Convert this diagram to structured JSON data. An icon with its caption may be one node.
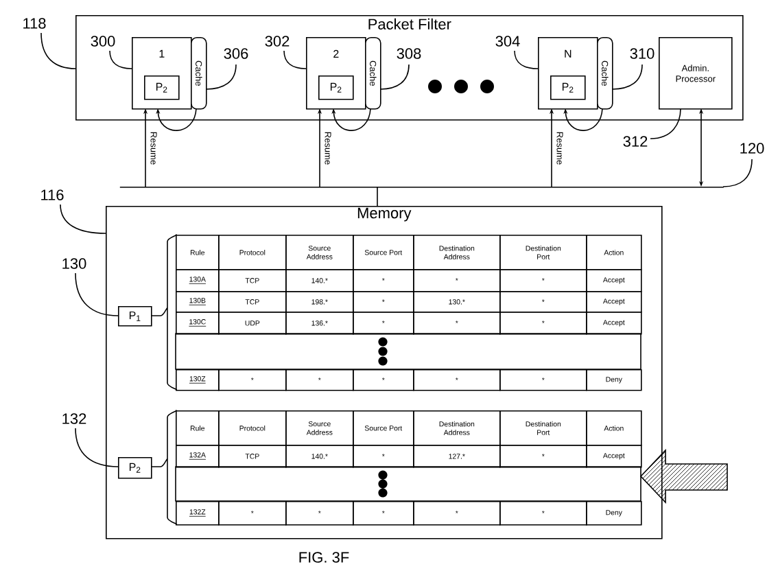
{
  "diagram": {
    "caption": "FIG. 3F",
    "nodes": [
      {
        "text": [
          "Packet Filter"
        ]
      },
      {
        "text": [
          "1"
        ],
        "in": 0
      },
      {
        "text": [
          "P$_{2}$"
        ],
        "in": 1
      },
      {
        "text": [
          "Cache"
        ],
        "in": 0
      },
      {
        "text": [
          "2"
        ],
        "in": 0
      },
      {
        "text": [
          "P$_{2}$"
        ],
        "in": 4
      },
      {
        "text": [
          "Cache"
        ],
        "in": 0
      },
      {
        "text": [
          "N"
        ],
        "in": 0
      },
      {
        "text": [
          "P$_{2}$"
        ],
        "in": 7
      },
      {
        "text": [
          "Cache"
        ],
        "in": 0
      },
      {
        "text": [
          "Admin. Processor"
        ],
        "in": 0
      },
      {
        "text": [],
        "shape": "bar"
      },
      {
        "text": [
          "Memory"
        ]
      },
      {
        "text": [
          "P$_{1}$"
        ],
        "in": 12
      },
      {
        "text": [
          "P$_{2}$"
        ],
        "in": 12
      },
      {
        "text": [
          "118"
        ]
      },
      {
        "text": [
          "300"
        ],
        "in": 0
      },
      {
        "text": [
          "306"
        ],
        "in": 0
      },
      {
        "text": [
          "302"
        ],
        "in": 0
      },
      {
        "text": [
          "308"
        ],
        "in": 0
      },
      {
        "text": [
          "304"
        ],
        "in": 0
      },
      {
        "text": [
          "310"
        ],
        "in": 0
      },
      {
        "text": [
          "312"
        ]
      },
      {
        "text": [
          "120"
        ]
      },
      {
        "text": [
          "116"
        ]
      },
      {
        "text": [
          "130"
        ]
      },
      {
        "text": [
          "132"
        ]
      }
    ],
    "edges": [
      {
        "from": 11,
        "to": 1,
        "arrow": "to",
        "label": "Resume"
      },
      {
        "from": 11,
        "to": 4,
        "arrow": "to",
        "label": "Resume"
      },
      {
        "from": 11,
        "to": 7,
        "arrow": "to",
        "label": "Resume"
      },
      {
        "from": 3,
        "to": 1,
        "arrow": "to"
      },
      {
        "from": 6,
        "to": 4,
        "arrow": "to"
      },
      {
        "from": 9,
        "to": 7,
        "arrow": "to"
      },
      {
        "from": 10,
        "to": 11,
        "arrow": "both"
      },
      {
        "from": 11,
        "to": 12,
        "arrow": "none"
      },
      {
        "from": 15,
        "to": 0,
        "arrow": "none"
      },
      {
        "from": 16,
        "to": 1,
        "arrow": "none"
      },
      {
        "from": 17,
        "to": 3,
        "arrow": "none"
      },
      {
        "from": 18,
        "to": 4,
        "arrow": "none"
      },
      {
        "from": 19,
        "to": 6,
        "arrow": "none"
      },
      {
        "from": 20,
        "to": 7,
        "arrow": "none"
      },
      {
        "from": 21,
        "to": 9,
        "arrow": "none"
      },
      {
        "from": 22,
        "to": 10,
        "arrow": "none"
      },
      {
        "from": 23,
        "to": 11,
        "arrow": "none"
      },
      {
        "from": 24,
        "to": 12,
        "arrow": "none"
      },
      {
        "from": 25,
        "to": 13,
        "arrow": "none"
      },
      {
        "from": 26,
        "to": 14,
        "arrow": "none"
      }
    ],
    "labels": [
      "Rule",
      "Protocol",
      "Source Address",
      "Source Port",
      "Destination Address",
      "Destination Port",
      "Action",
      "130A",
      "TCP",
      "140.*",
      "*",
      "*",
      "*",
      "Accept",
      "130B",
      "TCP",
      "198.*",
      "*",
      "130.*",
      "*",
      "Accept",
      "130C",
      "UDP",
      "136.*",
      "*",
      "*",
      "*",
      "Accept",
      "130Z",
      "*",
      "*",
      "*",
      "*",
      "*",
      "Deny",
      "Rule",
      "Protocol",
      "Source Address",
      "Source Port",
      "Destination Address",
      "Destination Port",
      "Action",
      "132A",
      "TCP",
      "140.*",
      "*",
      "127.*",
      "*",
      "Accept",
      "132Z",
      "*",
      "*",
      "*",
      "*",
      "*",
      "Deny"
    ]
  }
}
